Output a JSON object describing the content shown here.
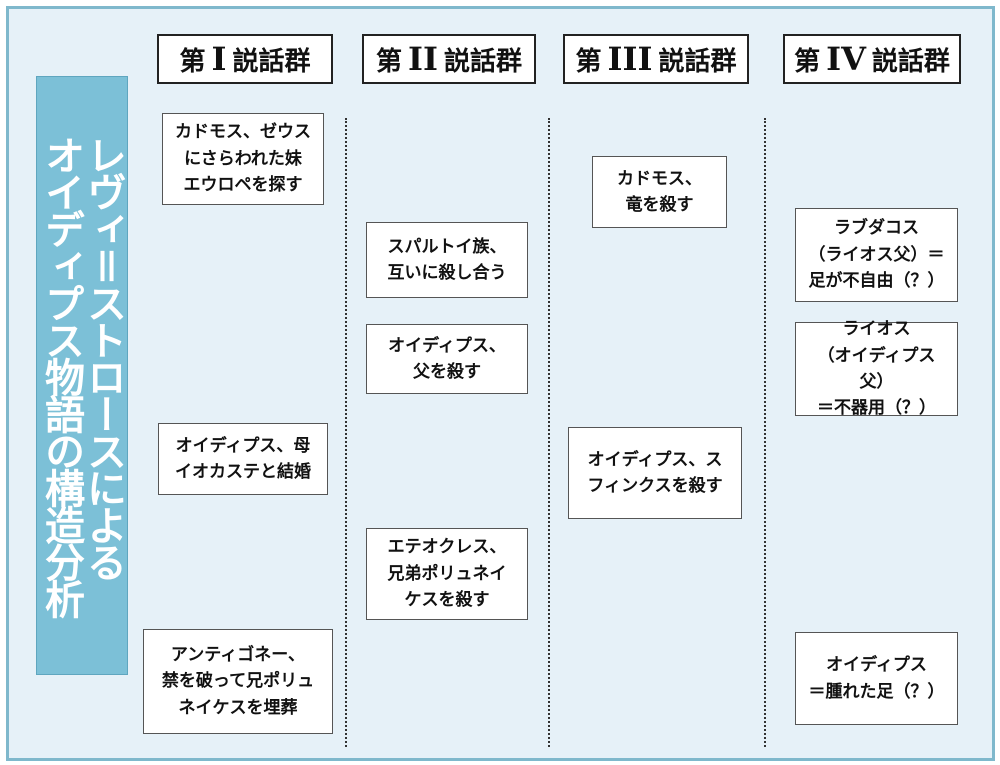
{
  "title": [
    "レヴィ＝ストロースによる",
    "オイディプス物語の構造分析"
  ],
  "columns": [
    {
      "prefix": "第",
      "numeral": "I",
      "suffix": "説話群"
    },
    {
      "prefix": "第",
      "numeral": "II",
      "suffix": "説話群"
    },
    {
      "prefix": "第",
      "numeral": "III",
      "suffix": "説話群"
    },
    {
      "prefix": "第",
      "numeral": "IV",
      "suffix": "説話群"
    }
  ],
  "group1": [
    "カドモス、ゼウス\nにさらわれた妹\nエウロペを探す",
    "オイディプス、母\nイオカステと結婚",
    "アンティゴネー、\n禁を破って兄ポリュ\nネイケスを埋葬"
  ],
  "group2": [
    "スパルトイ族、\n互いに殺し合う",
    "オイディプス、\n父を殺す",
    "エテオクレス、\n兄弟ポリュネイ\nケスを殺す"
  ],
  "group3": [
    "カドモス、\n竜を殺す",
    "オイディプス、ス\nフィンクスを殺す"
  ],
  "group4": [
    "ラブダコス\n（ライオス父）＝\n足が不自由（？）",
    "ライオス\n（オイディプス父）\n＝不器用（？）",
    "オイディプス\n＝腫れた足（？）"
  ]
}
